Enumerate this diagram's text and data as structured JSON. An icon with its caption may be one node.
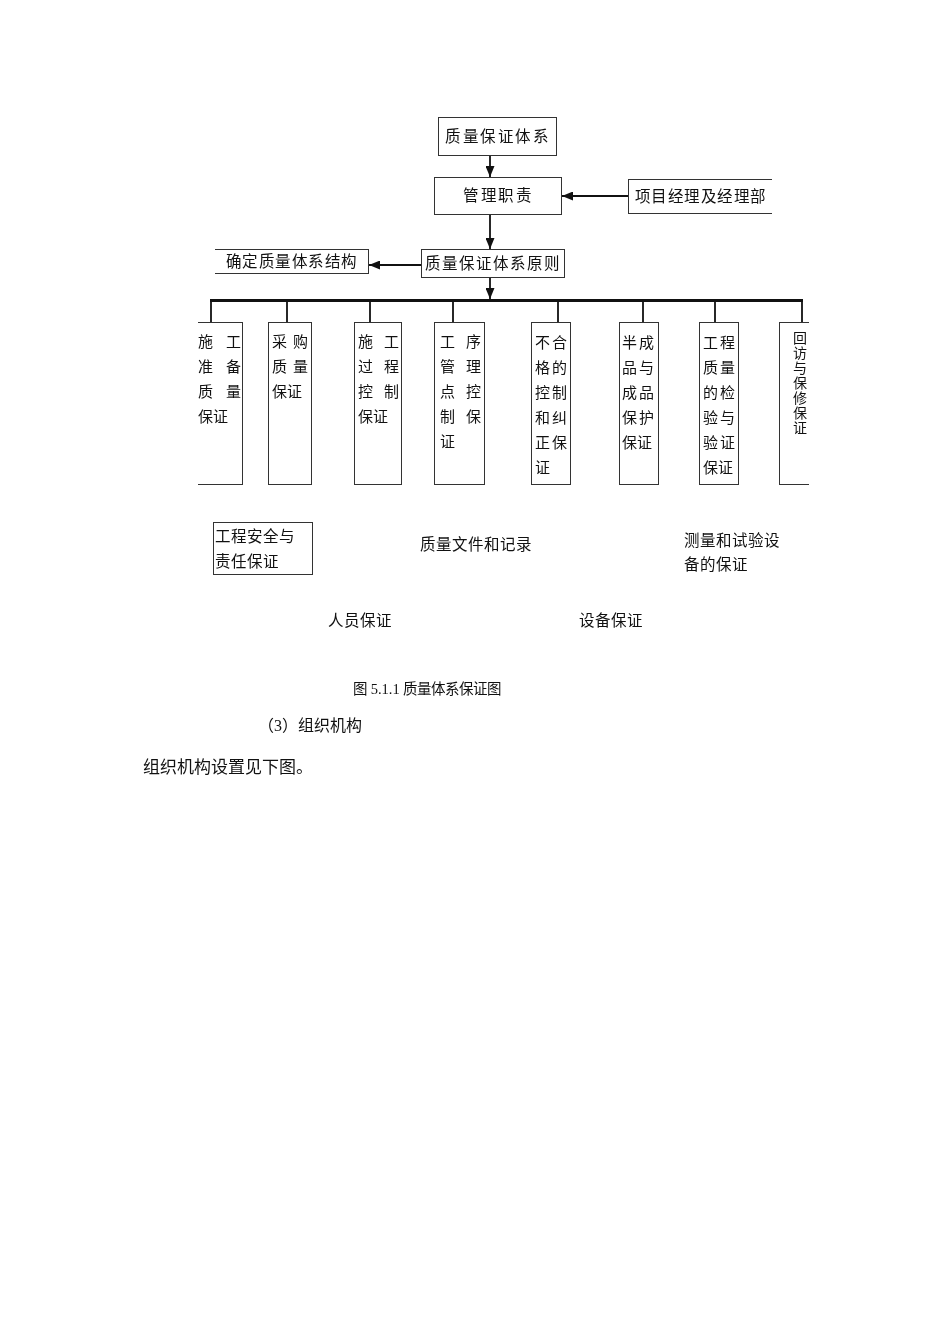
{
  "diagram": {
    "caption": "图 5.1.1 质量体系保证图",
    "nodes": [
      {
        "text": [
          "质量保证体系"
        ]
      },
      {
        "text": [
          "管理职责"
        ]
      },
      {
        "text": [
          "项目经理及经理部"
        ]
      },
      {
        "text": [
          "确定质量体系结构"
        ]
      },
      {
        "text": [
          "质量保证体系原则"
        ]
      },
      {
        "text": [],
        "shape": "bar"
      },
      {
        "text": [
          "施工准备质量保证"
        ]
      },
      {
        "text": [
          "采购质量保证"
        ]
      },
      {
        "text": [
          "施工过程控制保证"
        ]
      },
      {
        "text": [
          "工序管理点控制保证"
        ]
      },
      {
        "text": [
          "不合格的控制和纠正保证"
        ]
      },
      {
        "text": [
          "半成品与成品保护保证"
        ]
      },
      {
        "text": [
          "工程质量的检验与验证保证"
        ]
      },
      {
        "text": [
          "回访与保修保证"
        ]
      },
      {
        "text": [
          "工程安全与责任保证"
        ]
      }
    ],
    "edges": [
      {
        "from": 0,
        "to": 1,
        "arrow": "to"
      },
      {
        "from": 2,
        "to": 1,
        "arrow": "to"
      },
      {
        "from": 1,
        "to": 4,
        "arrow": "to"
      },
      {
        "from": 4,
        "to": 3,
        "arrow": "to"
      },
      {
        "from": 4,
        "to": 5,
        "arrow": "to"
      },
      {
        "from": 5,
        "to": 6,
        "arrow": "none"
      },
      {
        "from": 5,
        "to": 7,
        "arrow": "none"
      },
      {
        "from": 5,
        "to": 8,
        "arrow": "none"
      },
      {
        "from": 5,
        "to": 9,
        "arrow": "none"
      },
      {
        "from": 5,
        "to": 10,
        "arrow": "none"
      },
      {
        "from": 5,
        "to": 11,
        "arrow": "none"
      },
      {
        "from": 5,
        "to": 12,
        "arrow": "none"
      },
      {
        "from": 5,
        "to": 13,
        "arrow": "none"
      }
    ],
    "labels": [
      "质量文件和记录",
      "测量和试验设备的保证",
      "人员保证",
      "设备保证",
      "（3）组织机构",
      "组织机构设置见下图。"
    ]
  }
}
